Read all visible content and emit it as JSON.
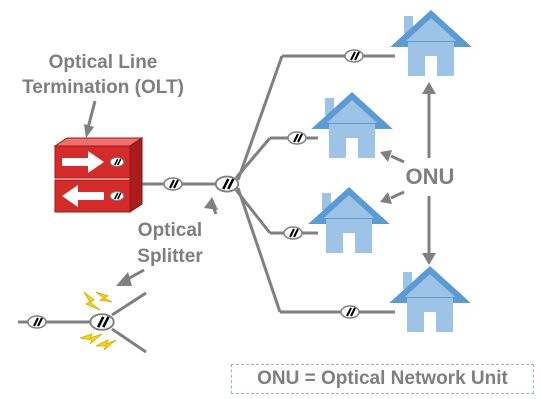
{
  "labels": {
    "olt_line1": "Optical Line",
    "olt_line2": "Termination (OLT)",
    "splitter_line1": "Optical",
    "splitter_line2": "Splitter",
    "onu": "ONU"
  },
  "legend": {
    "text": "ONU = Optical Network Unit"
  },
  "colors": {
    "house": "#9dc3e6",
    "roof": "#5b9bd5",
    "olt_red": "#d42a2a",
    "line": "#808080",
    "text": "#7f7f7f",
    "spark": "#ffd700"
  },
  "icons": [
    "olt-device-icon",
    "splitter-icon",
    "fiber-connector-icon",
    "house-icon",
    "spark-icon"
  ]
}
